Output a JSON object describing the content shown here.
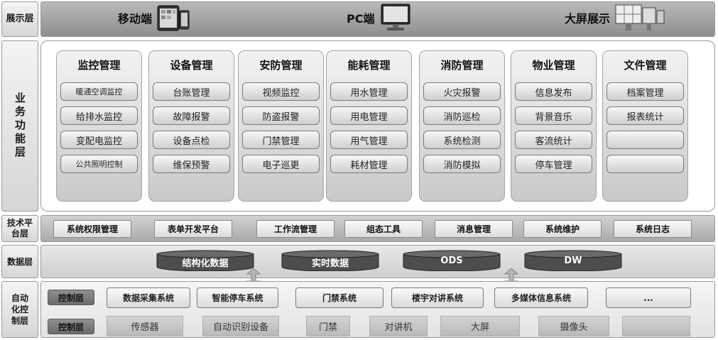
{
  "layers": {
    "presentation": "展示层",
    "business": "业务功能层",
    "tech_platform": "技术平台层",
    "data": "数据层",
    "automation": "自动化控制层"
  },
  "presentation": {
    "mobile": "移动端",
    "pc": "PC端",
    "big_screen": "大屏展示"
  },
  "modules": [
    {
      "title": "监控管理",
      "items": [
        "暖通空调监控",
        "给排水监控",
        "变配电监控",
        "公共照明控制"
      ]
    },
    {
      "title": "设备管理",
      "items": [
        "台账管理",
        "故障报警",
        "设备点检",
        "维保预警"
      ]
    },
    {
      "title": "安防管理",
      "items": [
        "视频监控",
        "防盗报警",
        "门禁管理",
        "电子巡更"
      ]
    },
    {
      "title": "能耗管理",
      "items": [
        "用水管理",
        "用电管理",
        "用气管理",
        "耗材管理"
      ]
    },
    {
      "title": "消防管理",
      "items": [
        "火灾报警",
        "消防巡检",
        "系统检测",
        "消防模拟"
      ]
    },
    {
      "title": "物业管理",
      "items": [
        "信息发布",
        "背景音乐",
        "客流统计",
        "停车管理"
      ]
    },
    {
      "title": "文件管理",
      "items": [
        "档案管理",
        "报表统计",
        "",
        ""
      ]
    }
  ],
  "tech": [
    "系统权限管理",
    "表单开发平台",
    "工作流管理",
    "组态工具",
    "消息管理",
    "系统维护",
    "系统日志"
  ],
  "data_stores": [
    "结构化数据",
    "实时数据",
    "ODS",
    "DW"
  ],
  "control": {
    "row1_label": "控制层",
    "row2_label": "控制层",
    "systems": [
      "数据采集系统",
      "智能停车系统",
      "门禁系统",
      "楼宇对讲系统",
      "多媒体信息系统",
      "..."
    ],
    "devices": [
      "传感器",
      "自动识别设备",
      "门禁",
      "对讲机",
      "大屏",
      "摄像头",
      ""
    ]
  }
}
